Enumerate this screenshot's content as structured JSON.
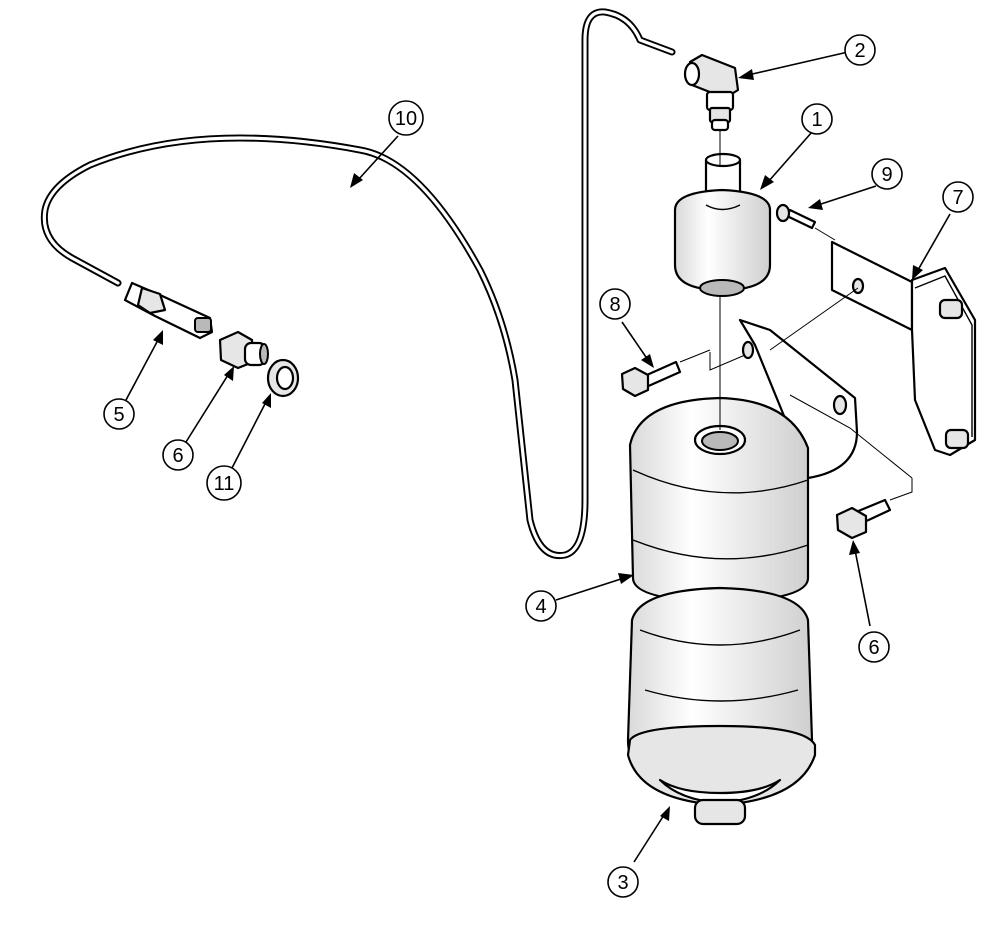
{
  "callouts": [
    {
      "id": "1",
      "label": "1"
    },
    {
      "id": "2",
      "label": "2"
    },
    {
      "id": "3",
      "label": "3"
    },
    {
      "id": "4",
      "label": "4"
    },
    {
      "id": "5",
      "label": "5"
    },
    {
      "id": "6a",
      "label": "6"
    },
    {
      "id": "6b",
      "label": "6"
    },
    {
      "id": "7",
      "label": "7"
    },
    {
      "id": "8",
      "label": "8"
    },
    {
      "id": "9",
      "label": "9"
    },
    {
      "id": "10",
      "label": "10"
    },
    {
      "id": "11",
      "label": "11"
    }
  ],
  "colors": {
    "line": "#000000",
    "background": "#ffffff",
    "shade": "#e6e6e6"
  }
}
